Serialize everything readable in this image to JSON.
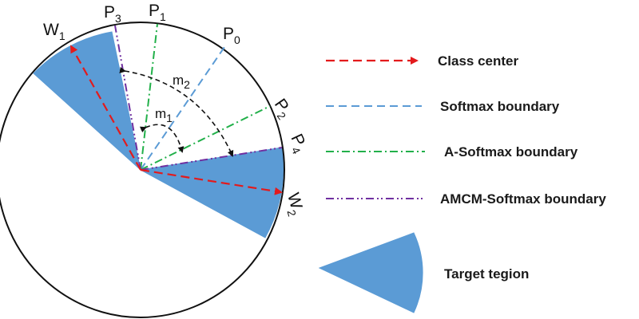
{
  "diagram": {
    "labels": {
      "w1": "W",
      "w1_sub": "1",
      "w2": "W",
      "w2_sub": "2",
      "p0": "P",
      "p0_sub": "0",
      "p1": "P",
      "p1_sub": "1",
      "p2": "P",
      "p2_sub": "2",
      "p3": "P",
      "p3_sub": "3",
      "p4": "P",
      "p4_sub": "4",
      "m1": "m",
      "m1_sub": "1",
      "m2": "m",
      "m2_sub": "2"
    },
    "colors": {
      "class_center": "#e31a1c",
      "softmax": "#5b9bd5",
      "a_softmax": "#22b04a",
      "amcm_softmax": "#7030a0",
      "target_region": "#5b9bd5"
    }
  },
  "legend": {
    "items": [
      {
        "label": "Class center",
        "style": "red-dashed-arrow"
      },
      {
        "label": "Softmax boundary",
        "style": "blue-dashed"
      },
      {
        "label": "A-Softmax boundary",
        "style": "green-dash-dot"
      },
      {
        "label": "AMCM-Softmax boundary",
        "style": "purple-dash-dot-dot"
      },
      {
        "label": "Target tegion",
        "style": "blue-sector"
      }
    ]
  }
}
